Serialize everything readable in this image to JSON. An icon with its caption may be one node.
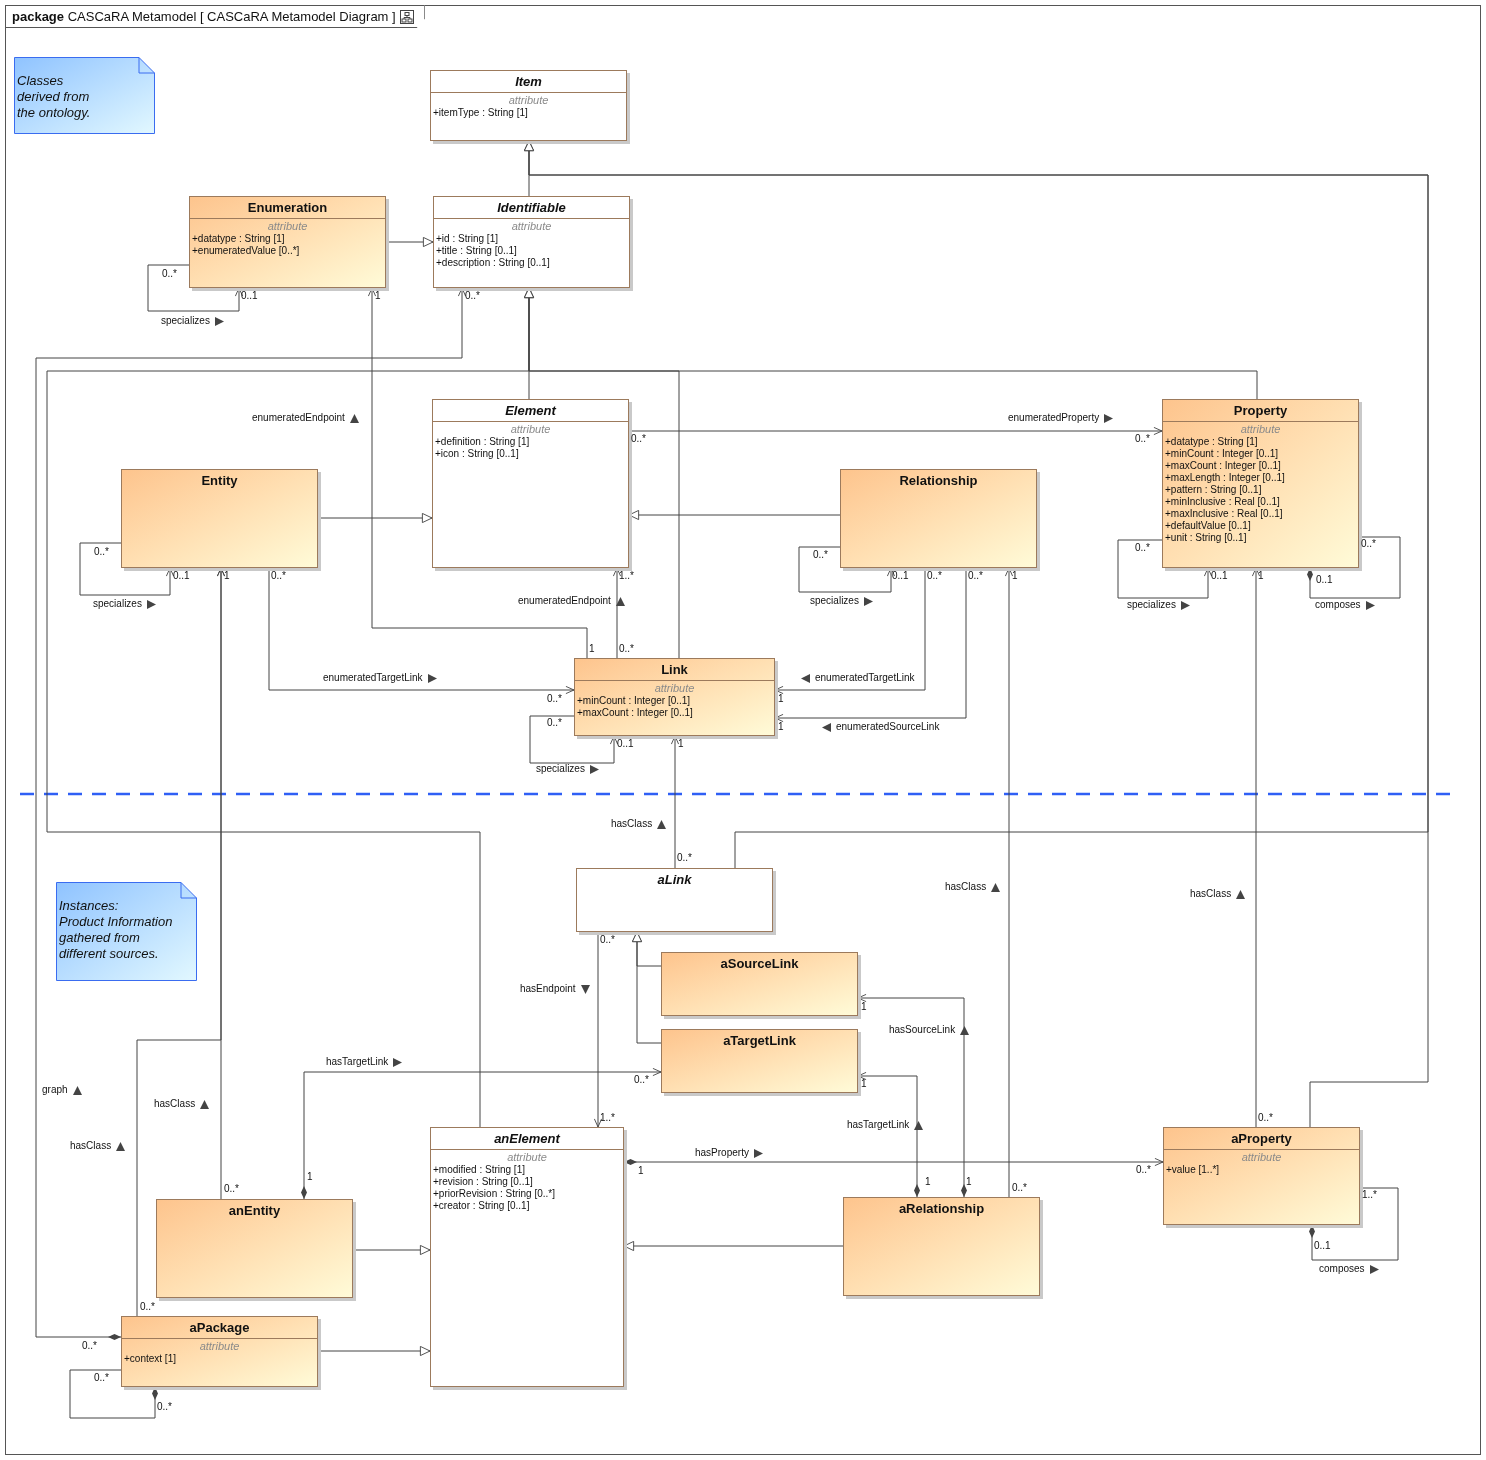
{
  "diagram": {
    "title": "**package** CASCaRA Metamodel [ CASCaRA Metamodel Diagram ]",
    "nodes": [
      {
        "text": [
          "Classes derived from the ontology."
        ]
      },
      {
        "text": [
          "Item",
          "attribute",
          "+itemType : String [1]"
        ]
      },
      {
        "text": [
          "Enumeration",
          "attribute",
          "+datatype : String [1]",
          "+enumeratedValue [0..*]"
        ]
      },
      {
        "text": [
          "Identifiable",
          "attribute",
          "+id : String [1]",
          "+title : String [0..1]",
          "+description : String [0..1]"
        ]
      },
      {
        "text": [
          "Element",
          "attribute",
          "+definition : String [1]",
          "+icon : String [0..1]"
        ]
      },
      {
        "text": [
          "Entity"
        ]
      },
      {
        "text": [
          "Relationship"
        ]
      },
      {
        "text": [
          "Property",
          "attribute",
          "+datatype : String [1]",
          "+minCount : Integer [0..1]",
          "+maxCount : Integer [0..1]",
          "+maxLength : Integer [0..1]",
          "+pattern : String [0..1]",
          "+minInclusive : Real [0..1]",
          "+maxInclusive : Real [0..1]",
          "+defaultValue [0..1]",
          "+unit : String [0..1]"
        ]
      },
      {
        "text": [
          "Link",
          "attribute",
          "+minCount : Integer [0..1]",
          "+maxCount : Integer [0..1]"
        ]
      },
      {
        "text": [
          "Instances:",
          "Product Information gathered from different sources."
        ]
      },
      {
        "text": [
          "aLink"
        ]
      },
      {
        "text": [
          "aSourceLink"
        ]
      },
      {
        "text": [
          "aTargetLink"
        ]
      },
      {
        "text": [
          "anElement",
          "attribute",
          "+modified : String [1]",
          "+revision : String [0..1]",
          "+priorRevision : String [0..*]",
          "+creator : String [0..1]"
        ]
      },
      {
        "text": [
          "anEntity"
        ]
      },
      {
        "text": [
          "aPackage",
          "attribute",
          "+context [1]"
        ]
      },
      {
        "text": [
          "aRelationship"
        ]
      },
      {
        "text": [
          "aProperty",
          "attribute",
          "+value [1..*]"
        ]
      }
    ],
    "edges": [
      {
        "from": 2,
        "to": 3,
        "arrow": "to"
      },
      {
        "from": 3,
        "to": 1,
        "arrow": "to"
      },
      {
        "from": 4,
        "to": 3,
        "arrow": "to"
      },
      {
        "from": 7,
        "to": 3,
        "arrow": "to"
      },
      {
        "from": 8,
        "to": 3,
        "arrow": "to"
      },
      {
        "from": 13,
        "to": 3,
        "arrow": "to"
      },
      {
        "from": 10,
        "to": 1,
        "arrow": "to"
      },
      {
        "from": 17,
        "to": 1,
        "arrow": "to"
      },
      {
        "from": 5,
        "to": 4,
        "arrow": "to"
      },
      {
        "from": 6,
        "to": 4,
        "arrow": "to"
      },
      {
        "from": 2,
        "to": 2,
        "arrow": "to",
        "label": "specializes"
      },
      {
        "from": 5,
        "to": 5,
        "arrow": "to",
        "label": "specializes"
      },
      {
        "from": 6,
        "to": 6,
        "arrow": "to",
        "label": "specializes"
      },
      {
        "from": 7,
        "to": 7,
        "arrow": "to",
        "label": "specializes"
      },
      {
        "from": 7,
        "to": 7,
        "arrow": "other",
        "label": "composes"
      },
      {
        "from": 8,
        "to": 8,
        "arrow": "to",
        "label": "specializes"
      },
      {
        "from": 8,
        "to": 2,
        "arrow": "to",
        "label": "enumeratedEndpoint"
      },
      {
        "from": 8,
        "to": 4,
        "arrow": "to",
        "label": "enumeratedEndpoint"
      },
      {
        "from": 5,
        "to": 8,
        "arrow": "to",
        "label": "enumeratedTargetLink"
      },
      {
        "from": 6,
        "to": 8,
        "arrow": "to",
        "label": "enumeratedTargetLink"
      },
      {
        "from": 6,
        "to": 8,
        "arrow": "to",
        "label": "enumeratedSourceLink"
      },
      {
        "from": 4,
        "to": 7,
        "arrow": "to",
        "label": "enumeratedProperty"
      },
      {
        "from": 10,
        "to": 8,
        "arrow": "to",
        "label": "hasClass"
      },
      {
        "from": 14,
        "to": 5,
        "arrow": "to",
        "label": "hasClass"
      },
      {
        "from": 15,
        "to": 5,
        "arrow": "to",
        "label": "hasClass"
      },
      {
        "from": 16,
        "to": 6,
        "arrow": "to",
        "label": "hasClass"
      },
      {
        "from": 17,
        "to": 7,
        "arrow": "to",
        "label": "hasClass"
      },
      {
        "from": 10,
        "to": 13,
        "arrow": "to",
        "label": "hasEndpoint"
      },
      {
        "from": 11,
        "to": 10,
        "arrow": "to"
      },
      {
        "from": 12,
        "to": 10,
        "arrow": "to"
      },
      {
        "from": 14,
        "to": 12,
        "arrow": "to",
        "label": "hasTargetLink"
      },
      {
        "from": 16,
        "to": 11,
        "arrow": "to",
        "label": "hasSourceLink"
      },
      {
        "from": 16,
        "to": 12,
        "arrow": "to",
        "label": "hasTargetLink"
      },
      {
        "from": 13,
        "to": 17,
        "arrow": "to",
        "label": "hasProperty"
      },
      {
        "from": 14,
        "to": 13,
        "arrow": "to"
      },
      {
        "from": 16,
        "to": 13,
        "arrow": "to"
      },
      {
        "from": 15,
        "to": 13,
        "arrow": "to"
      },
      {
        "from": 17,
        "to": 17,
        "arrow": "other",
        "label": "composes"
      },
      {
        "from": 15,
        "to": 15,
        "arrow": "other"
      },
      {
        "from": 15,
        "to": 3,
        "arrow": "to",
        "label": "graph"
      }
    ],
    "labels": [
      "0..*",
      "0..1",
      "1",
      "0..*",
      "0..*",
      "0..*",
      "0..*",
      "0..*",
      "0..*",
      "0..*",
      "0..1",
      "1",
      "0..*",
      "1..*",
      "0..1",
      "0..*",
      "0..*",
      "1",
      "0..1",
      "1",
      "0..1",
      "1",
      "0..*",
      "0..*",
      "1",
      "0..*",
      "1",
      "0..1",
      "1",
      "0..*",
      "0..*",
      "1",
      "0..*",
      "1",
      "1..*",
      "0..*",
      "1",
      "0..*",
      "1",
      "1",
      "1",
      "0..*",
      "0..*",
      "1..*",
      "0..1",
      "0..*",
      "0..*",
      "0..*",
      "0..*"
    ]
  }
}
